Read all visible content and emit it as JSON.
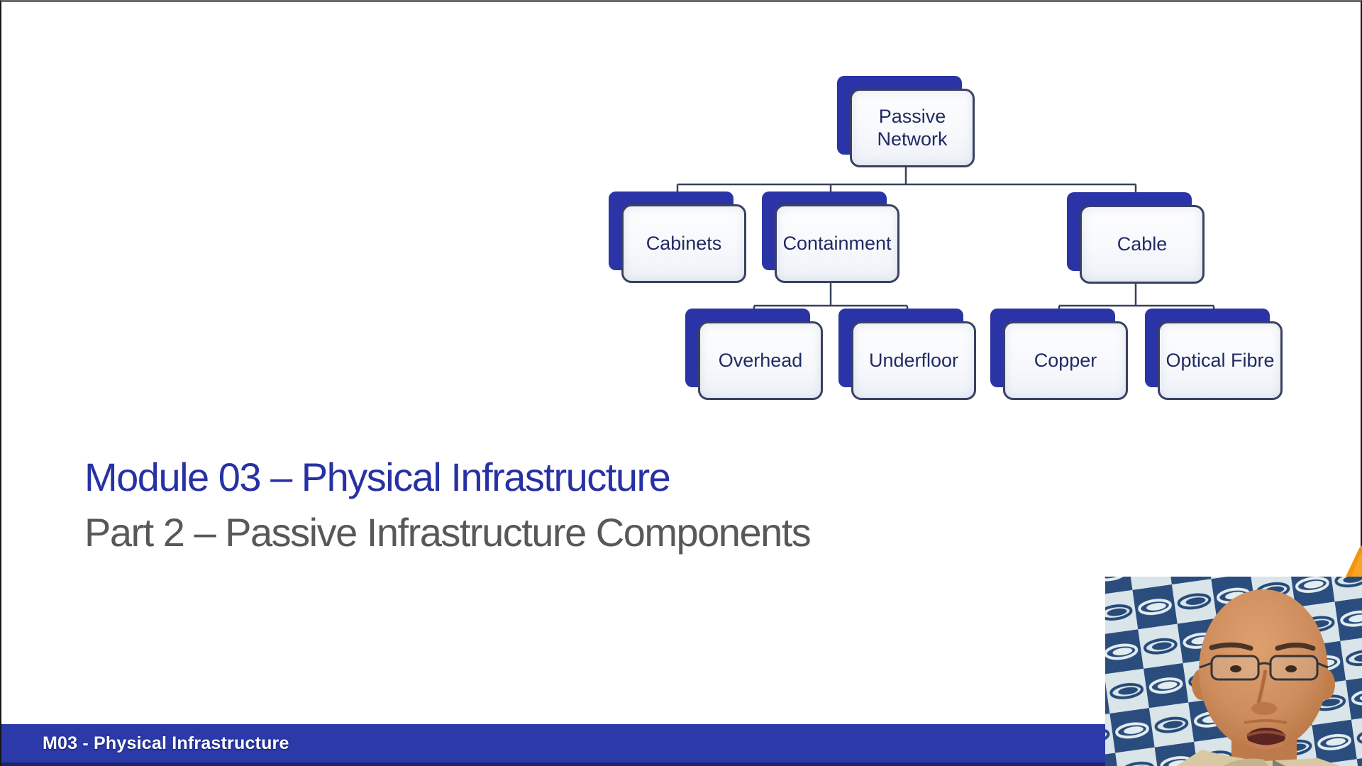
{
  "slide": {
    "title": "Module 03 – Physical Infrastructure",
    "subtitle": "Part 2 – Passive Infrastructure Components"
  },
  "footer": {
    "label": "M03 - Physical Infrastructure"
  },
  "diagram": {
    "type": "hierarchy",
    "root": "Passive Network",
    "nodes": [
      {
        "label": "Passive Network",
        "parent": null
      },
      {
        "label": "Cabinets",
        "parent": "Passive Network"
      },
      {
        "label": "Containment",
        "parent": "Passive Network"
      },
      {
        "label": "Cable",
        "parent": "Passive Network"
      },
      {
        "label": "Overhead",
        "parent": "Containment"
      },
      {
        "label": "Underfloor",
        "parent": "Containment"
      },
      {
        "label": "Copper",
        "parent": "Cable"
      },
      {
        "label": "Optical Fibre",
        "parent": "Cable"
      }
    ]
  },
  "webcam": {
    "position": "bottom-right",
    "content": "presenter headshot in front of checkered sponsor-logo backdrop"
  },
  "colors": {
    "box_shadow_blue": "#2a34a6",
    "box_border": "#3a4160",
    "box_text": "#212a63",
    "connector": "#39415e",
    "title_blue": "#2731a4",
    "subtitle_gray": "#58585b",
    "footer_bar": "#2b3aa8",
    "footer_strip": "#1b2373",
    "cam_navy": "#2b4d7e",
    "cam_light": "#d9e5e9",
    "skin": "#cd8c5c",
    "shirt": "#d8c9a4",
    "accent_orange": "#f6930e"
  }
}
